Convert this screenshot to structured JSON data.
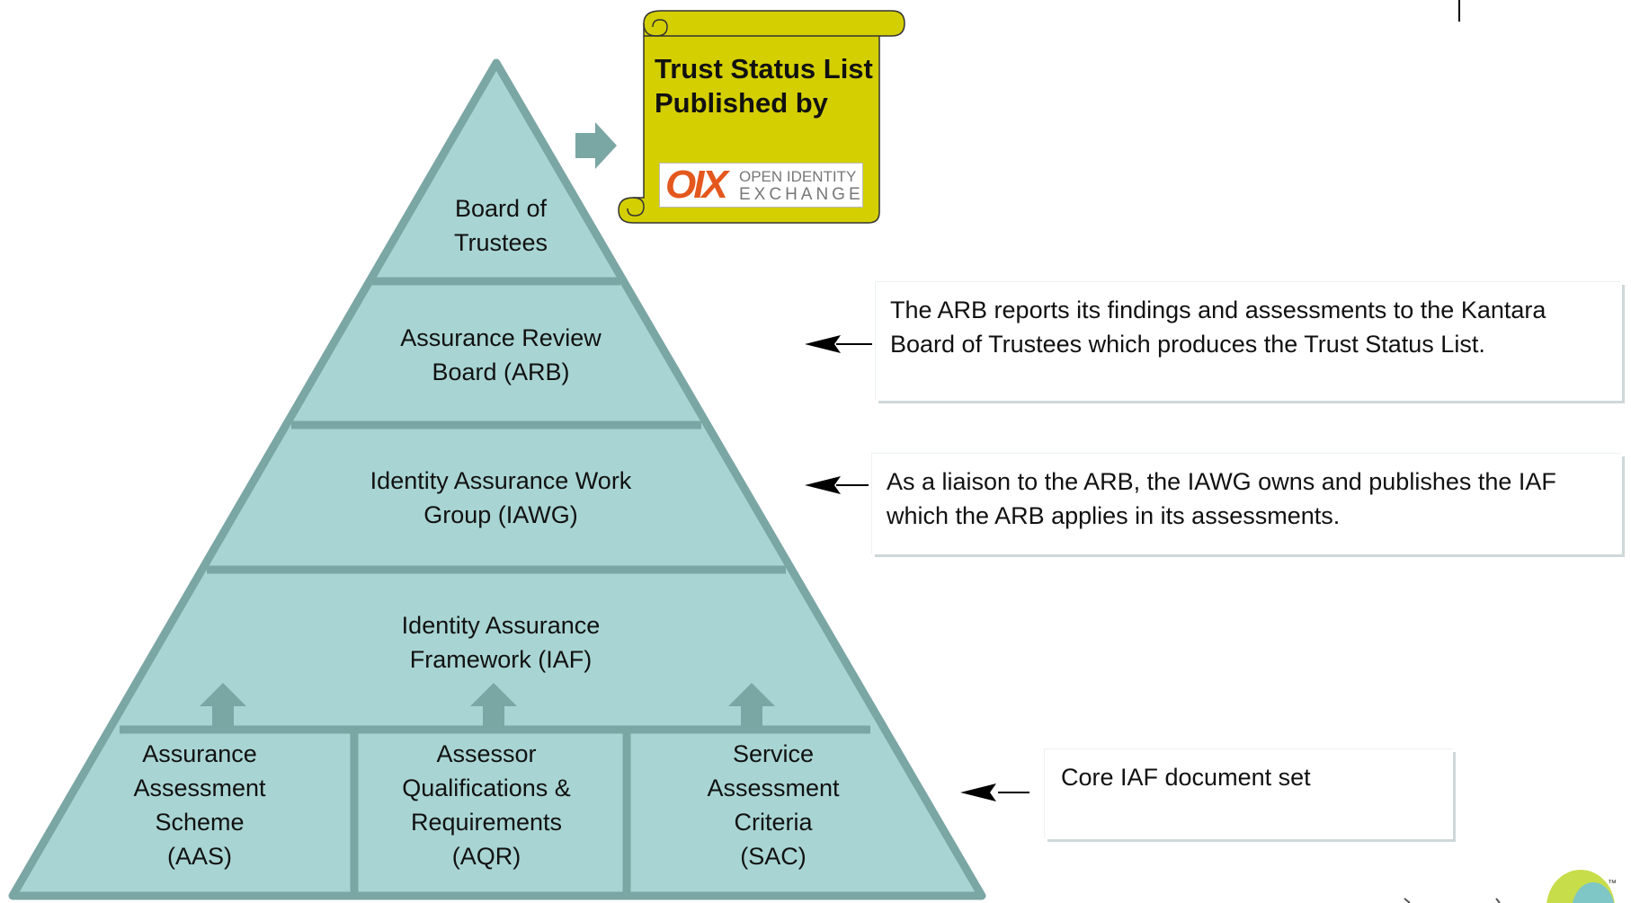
{
  "pyramid": {
    "top": "Board of\nTrustees",
    "arb": "Assurance Review\nBoard (ARB)",
    "iawg": "Identity Assurance Work\nGroup (IAWG)",
    "iaf": "Identity Assurance\nFramework (IAF)",
    "aas": "Assurance\nAssessment\nScheme\n(AAS)",
    "aqr": "Assessor\nQualifications &\nRequirements\n(AQR)",
    "sac": "Service\nAssessment\nCriteria\n(SAC)"
  },
  "scroll": {
    "text": "Trust Status List Published by",
    "logo_mark": "OIX",
    "logo_line1": "OPEN IDENTITY",
    "logo_line2": "EXCHANGE"
  },
  "notes": {
    "arb": "The ARB reports its findings and assessments to the Kantara Board of Trustees which produces the Trust Status List.",
    "iawg": "As a liaison to the ARB, the IAWG owns and publishes the IAF which the ARB applies in its assessments.",
    "core": "Core IAF document set"
  },
  "colors": {
    "pyramid_fill": "#a8d5d3",
    "pyramid_stroke": "#7aa6a4",
    "scroll_fill": "#d4cf00",
    "oix_orange": "#e4571d"
  }
}
